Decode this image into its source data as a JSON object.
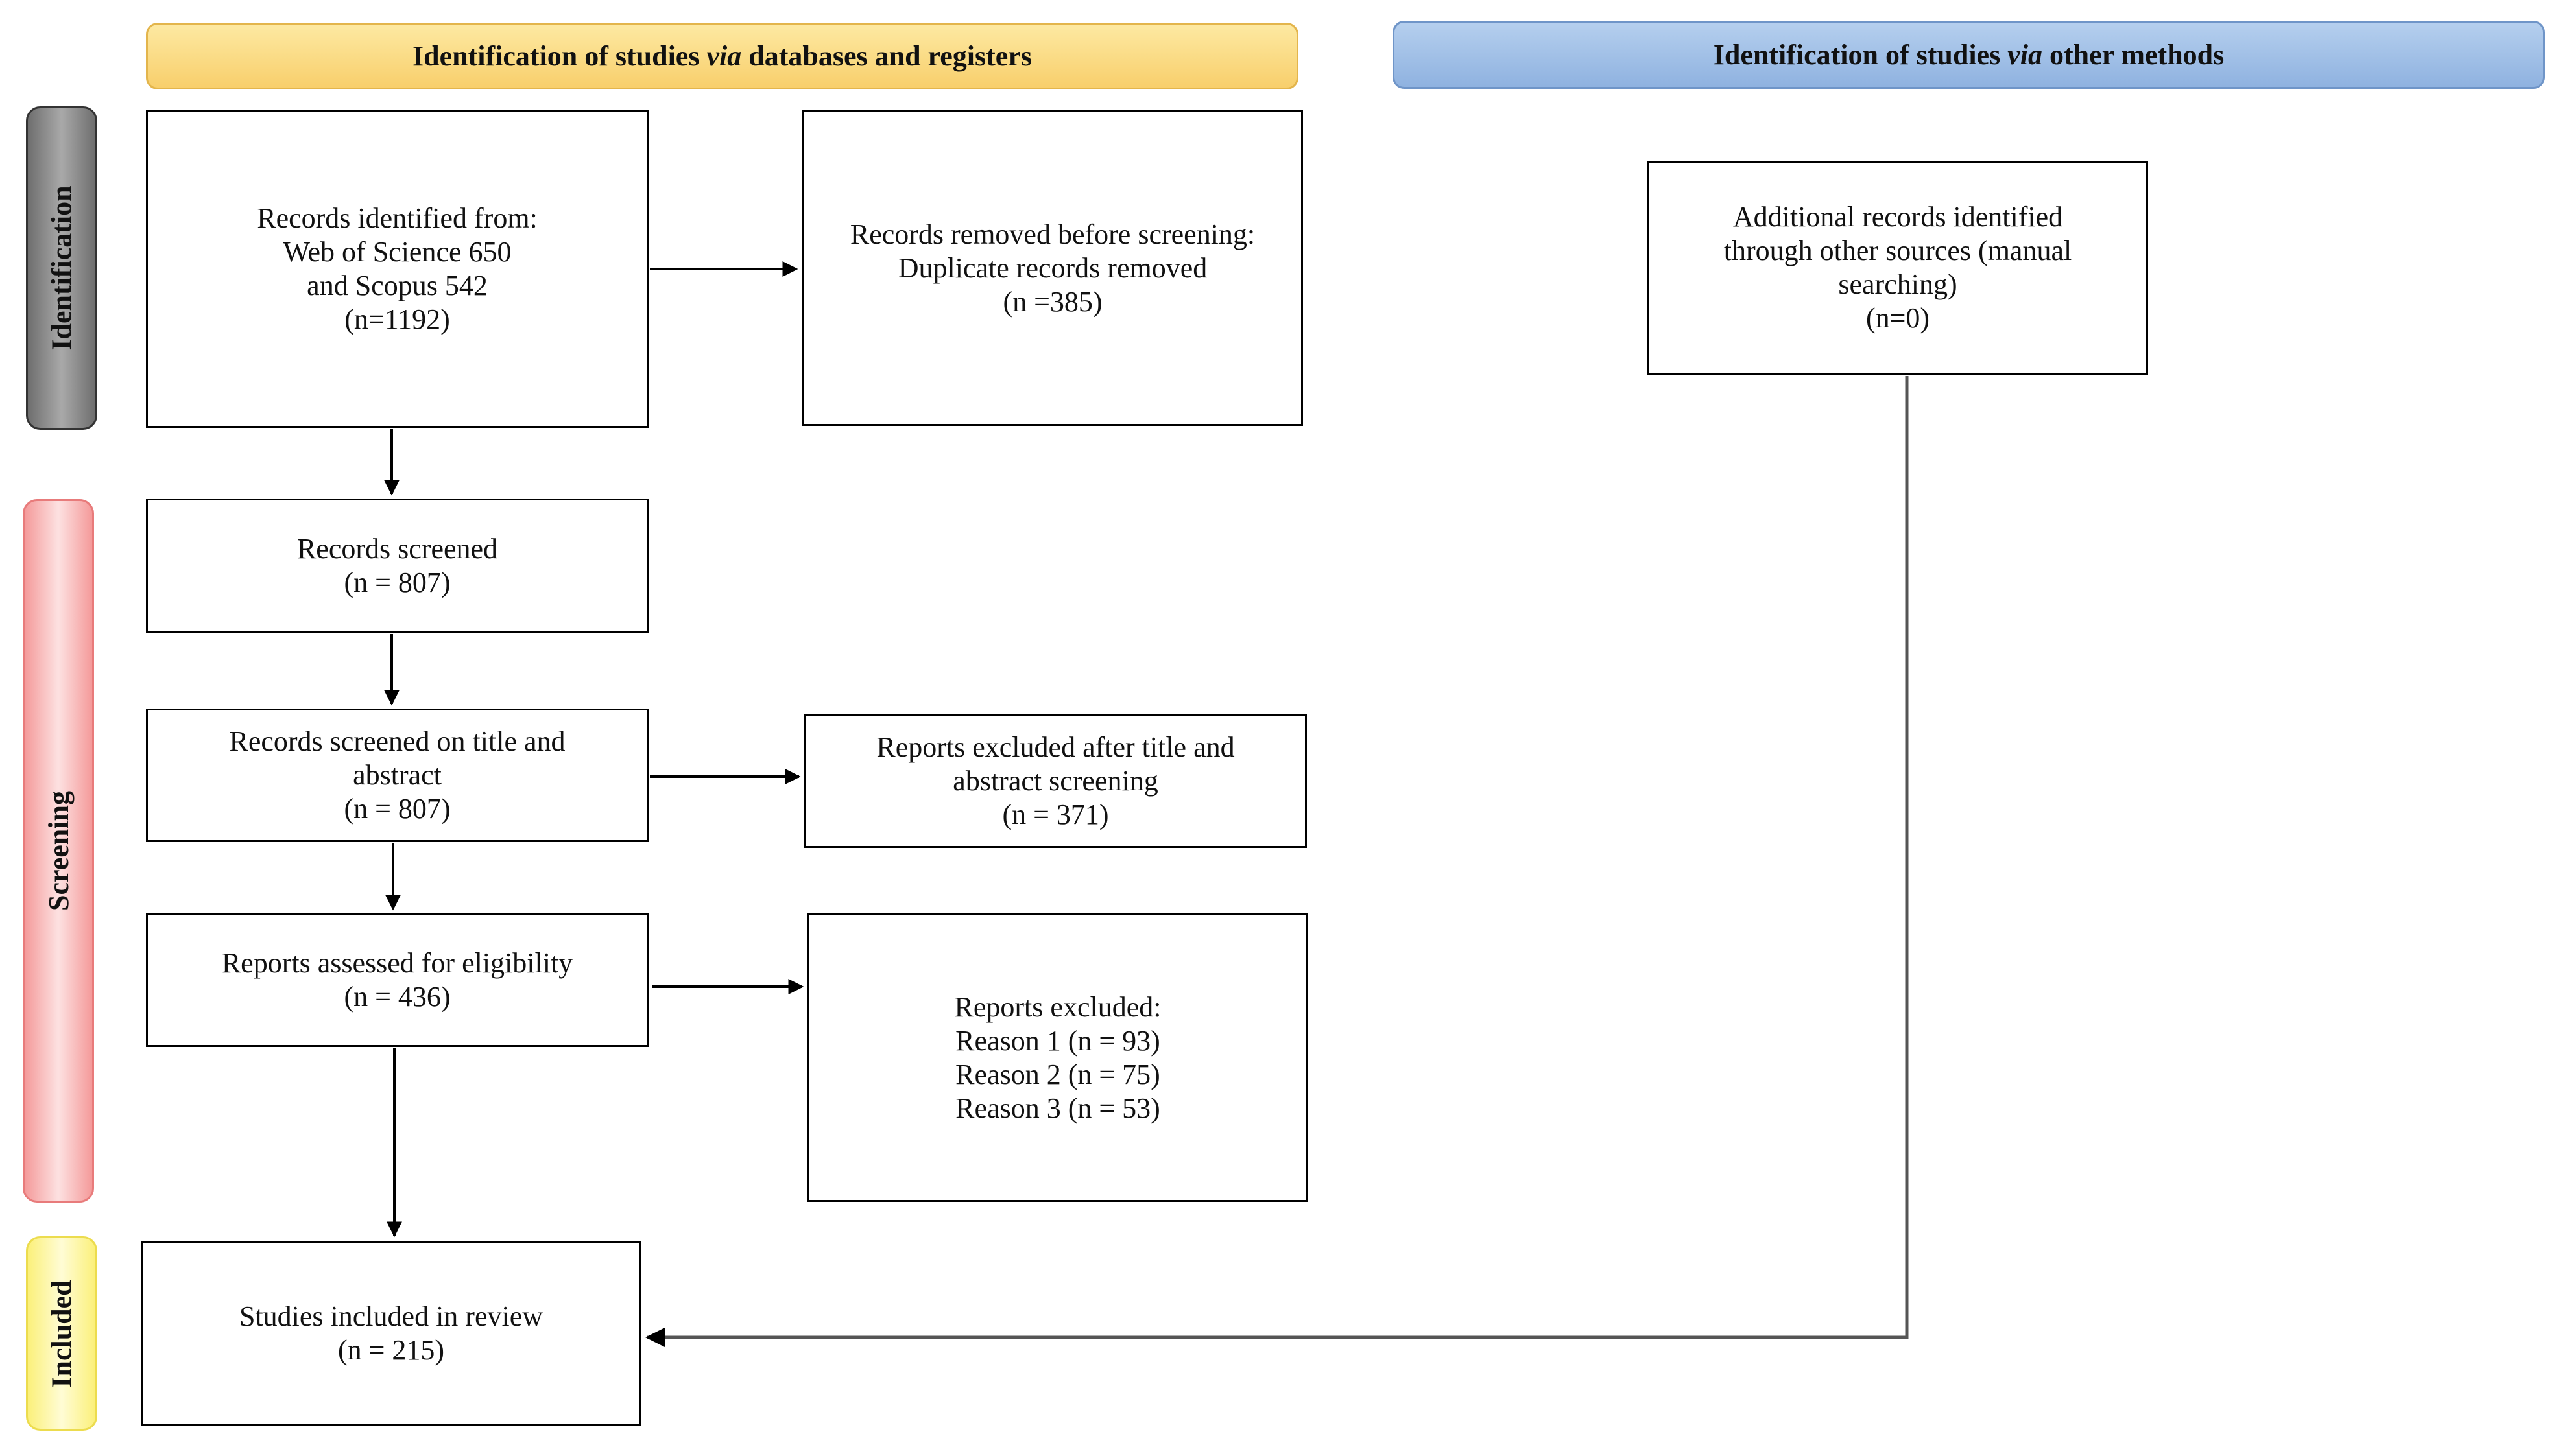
{
  "headers": {
    "databases": {
      "prefix": "Identification of studies ",
      "via": "via",
      "suffix": " databases and registers"
    },
    "other": {
      "prefix": "Identification of studies ",
      "via": "via",
      "suffix": " other methods"
    }
  },
  "phases": {
    "identification": "Identification",
    "screening": "Screening",
    "included": "Included"
  },
  "boxes": {
    "records_identified": [
      "Records identified from:",
      "Web of Science 650",
      "and Scopus 542",
      "(n=1192)"
    ],
    "records_removed": [
      "Records removed before screening:",
      "Duplicate records removed",
      "(n =385)"
    ],
    "additional_records": [
      "Additional records identified",
      "through other sources (manual",
      "searching)",
      "(n=0)"
    ],
    "records_screened": [
      "Records screened",
      "(n = 807)"
    ],
    "title_abstract": [
      "Records screened on title and",
      "abstract",
      "(n = 807)"
    ],
    "excluded_title_abstract": [
      "Reports excluded after title and",
      "abstract screening",
      "(n = 371)"
    ],
    "assessed_eligibility": [
      "Reports assessed for eligibility",
      "(n = 436)"
    ],
    "reports_excluded": [
      "Reports excluded:",
      "Reason 1 (n = 93)",
      "Reason 2 (n = 75)",
      "Reason 3 (n = 53)"
    ],
    "studies_included": [
      "Studies included in review",
      "(n = 215)"
    ]
  }
}
